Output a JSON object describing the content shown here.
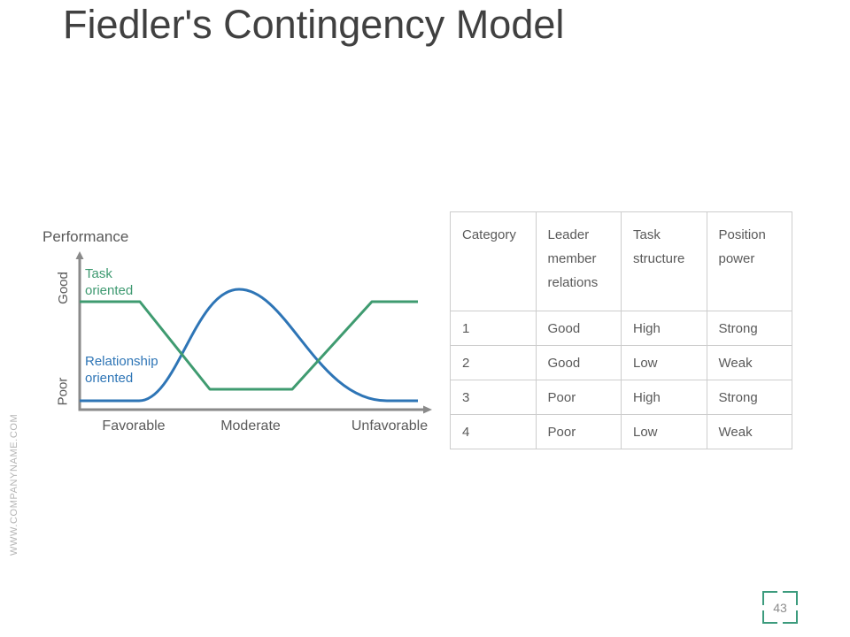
{
  "slide": {
    "title": "Fiedler's Contingency Model",
    "page_number": "43",
    "website_vertical": "WWW.COMPANYNAME.COM"
  },
  "chart": {
    "axis_title": "Performance",
    "y_labels": {
      "top": "Good",
      "bottom": "Poor"
    },
    "x_labels": [
      "Favorable",
      "Moderate",
      "Unfavorable"
    ],
    "series": [
      {
        "name": "Task oriented",
        "color": "#3f9b70"
      },
      {
        "name": "Relationship oriented",
        "color": "#2e75b6"
      }
    ],
    "axis_color": "#8a8a8a"
  },
  "chart_data": {
    "type": "line",
    "title": "Performance",
    "x_categories": [
      "Favorable",
      "Moderate",
      "Unfavorable"
    ],
    "y_scale": [
      "Poor",
      "Good"
    ],
    "y_scale_note": "normalized: 0 = Poor (bottom), 1 = Good (top)",
    "grid": false,
    "legend_position": "inline labels beside lines",
    "series": [
      {
        "name": "Task oriented",
        "color": "#3f9b70",
        "shape": "starts at Good, flat over Favorable, falls to Poor before Moderate, flat at Poor, rises back to Good toward Unfavorable, flat at Good",
        "points_normalized": [
          [
            0,
            0.89
          ],
          [
            0.18,
            0.89
          ],
          [
            0.38,
            0.1
          ],
          [
            0.63,
            0.1
          ],
          [
            0.86,
            0.89
          ],
          [
            1,
            0.89
          ]
        ],
        "values_by_category": {
          "Favorable": "Good",
          "Moderate": "Poor",
          "Unfavorable": "Good"
        }
      },
      {
        "name": "Relationship oriented",
        "color": "#2e75b6",
        "shape": "starts at Poor, flat over Favorable, smooth bell curve peaking at Good near Moderate, falls back to Poor at Unfavorable, flat",
        "points_normalized": [
          [
            0,
            0
          ],
          [
            0.18,
            0
          ],
          [
            0.47,
            1.0
          ],
          [
            0.91,
            0
          ],
          [
            1,
            0
          ]
        ],
        "values_by_category": {
          "Favorable": "Poor",
          "Moderate": "Good",
          "Unfavorable": "Poor"
        }
      }
    ]
  },
  "table": {
    "headers": [
      "Category",
      "Leader member relations",
      "Task structure",
      "Position power"
    ],
    "rows": [
      [
        "1",
        "Good",
        "High",
        "Strong"
      ],
      [
        "2",
        "Good",
        "Low",
        "Weak"
      ],
      [
        "3",
        "Poor",
        "High",
        "Strong"
      ],
      [
        "4",
        "Poor",
        "Low",
        "Weak"
      ]
    ]
  }
}
